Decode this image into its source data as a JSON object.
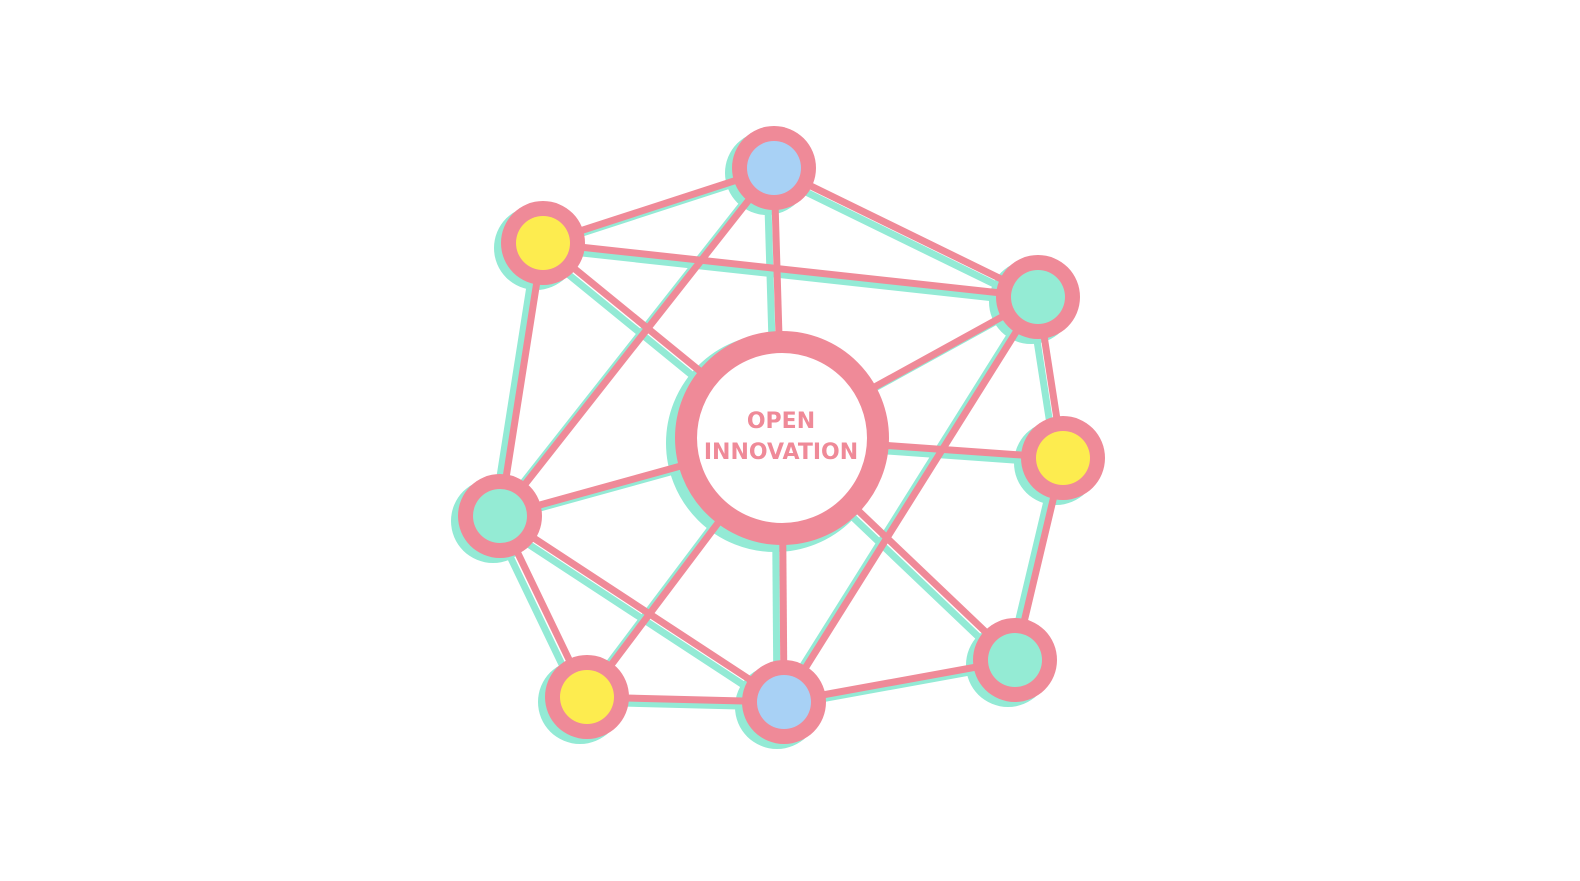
{
  "title_lines": [
    "OPEN",
    "INNOVATION"
  ],
  "colors": {
    "line": "#ef8a98",
    "shadow": "#93ead5",
    "yellow": "#fdec4f",
    "blue": "#a8d1f5",
    "green": "#94ebd4",
    "center_fill": "#ffffff"
  },
  "nodes": [
    {
      "id": "center",
      "kind": "center"
    },
    {
      "id": "top",
      "fill": "blue"
    },
    {
      "id": "top-left",
      "fill": "yellow"
    },
    {
      "id": "right-top",
      "fill": "green"
    },
    {
      "id": "right",
      "fill": "yellow"
    },
    {
      "id": "left",
      "fill": "green"
    },
    {
      "id": "bottom-right",
      "fill": "green"
    },
    {
      "id": "bottom-left",
      "fill": "yellow"
    },
    {
      "id": "bottom",
      "fill": "blue"
    }
  ],
  "edges": [
    [
      "top",
      "top-left"
    ],
    [
      "top",
      "right-top"
    ],
    [
      "top",
      "center"
    ],
    [
      "top",
      "left"
    ],
    [
      "top-left",
      "right-top"
    ],
    [
      "top-left",
      "center"
    ],
    [
      "top-left",
      "left"
    ],
    [
      "right-top",
      "center"
    ],
    [
      "right-top",
      "right"
    ],
    [
      "right-top",
      "bottom"
    ],
    [
      "center",
      "right"
    ],
    [
      "right",
      "bottom-right"
    ],
    [
      "center",
      "left"
    ],
    [
      "center",
      "bottom-left"
    ],
    [
      "center",
      "bottom"
    ],
    [
      "center",
      "bottom-right"
    ],
    [
      "left",
      "bottom-left"
    ],
    [
      "left",
      "bottom"
    ],
    [
      "bottom-left",
      "bottom"
    ],
    [
      "bottom",
      "bottom-right"
    ]
  ]
}
